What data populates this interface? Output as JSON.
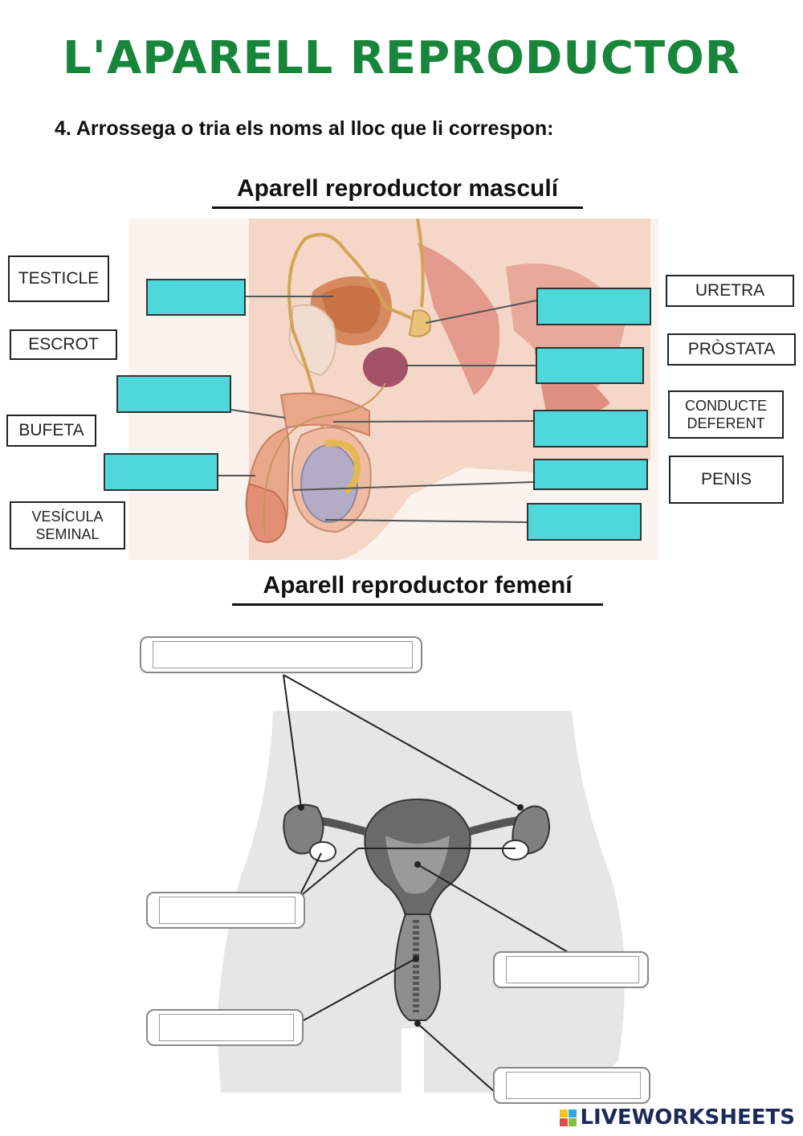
{
  "page": {
    "title": "L'APARELL REPRODUCTOR",
    "instruction": "4. Arrossega o tria els noms al lloc que li correspon:"
  },
  "male_section": {
    "heading": "Aparell reproductor masculí",
    "word_bank": [
      {
        "label": "TESTICLE"
      },
      {
        "label": "ESCROT"
      },
      {
        "label": "BUFETA"
      },
      {
        "label": "VESÍCULA\nSEMINAL"
      },
      {
        "label": "URETRA"
      },
      {
        "label": "PRÒSTATA"
      },
      {
        "label": "CONDUCTE\nDEFERENT"
      },
      {
        "label": "PENIS"
      }
    ],
    "answer_slot_count": 8
  },
  "female_section": {
    "heading": "Aparell reproductor femení",
    "answer_slot_count": 5
  },
  "footer": {
    "brand": "LIVEWORKSHEETS"
  },
  "colors": {
    "title_green": "#17853a",
    "answer_cyan": "#4fd8dc"
  }
}
